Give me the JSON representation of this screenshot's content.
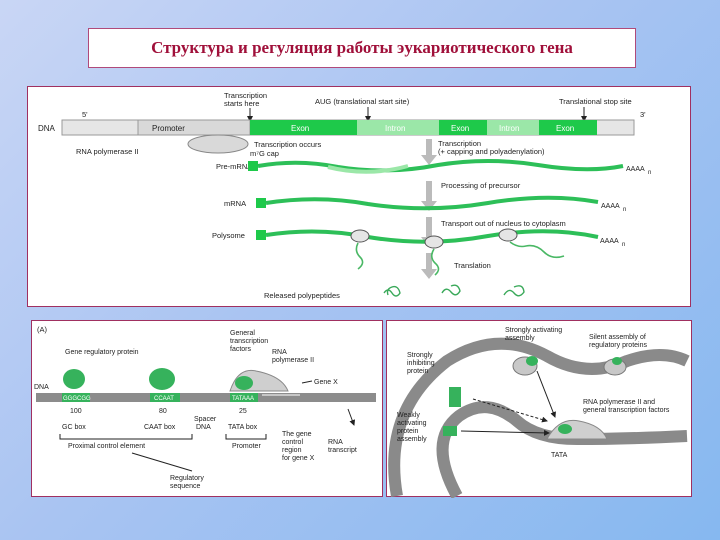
{
  "title": "Структура и регуляция работы эукариотического гена",
  "gene_diagram": {
    "labels": {
      "transcription_start": [
        "Transcription",
        "starts here"
      ],
      "aug": "AUG (translational start site)",
      "stop": "Translational stop site",
      "five_prime": "5'",
      "three_prime": "3'",
      "dna": "DNA",
      "promoter": "Promoter",
      "exon": "Exon",
      "intron": "Intron",
      "rna_pol": "RNA polymerase II",
      "m7g": "m⁷G cap",
      "transcription_occurs": "Transcription occurs",
      "transcription_caption": [
        "Transcription",
        "(+ capping and polyadenylation)"
      ],
      "pre_mrna": "Pre-mRNA",
      "aaaa": "AAAA",
      "n": "n",
      "processing": "Processing of precursor",
      "mrna": "mRNA",
      "transport": "Transport out of nucleus to cytoplasm",
      "polysome": "Polysome",
      "translation": "Translation",
      "released": "Released polypeptides"
    }
  },
  "regulation_diagram": {
    "labels": {
      "a": "(A)",
      "gene_reg_protein": "Gene regulatory protein",
      "general_tf": [
        "General",
        "transcription",
        "factors"
      ],
      "rna_pol": [
        "RNA",
        "polymerase II"
      ],
      "gene_x": "Gene X",
      "dna": "DNA",
      "gc_seq": "GGGCGG",
      "caat_seq": "CCAAT",
      "tata_seq": "TATAAA",
      "n100": "100",
      "n80": "80",
      "n25": "25",
      "gc_box": "GC box",
      "caat_box": "CAAT box",
      "tata_box": "TATA box",
      "spacer": [
        "Spacer",
        "DNA"
      ],
      "proximal": "Proximal control element",
      "promoter": "Promoter",
      "gene_control": [
        "The gene",
        "control",
        "region",
        "for gene X"
      ],
      "rna_transcript": [
        "RNA",
        "transcript"
      ],
      "regulatory_seq": [
        "Regulatory",
        "sequence"
      ]
    }
  },
  "assembly_diagram": {
    "labels": {
      "strongly_activating": [
        "Strongly activating",
        "assembly"
      ],
      "silent": [
        "Silent assembly of",
        "regulatory proteins"
      ],
      "strongly_inhibiting": [
        "Strongly",
        "inhibiting",
        "protein"
      ],
      "rna_pol_general": [
        "RNA polymerase II and",
        "general transcription factors"
      ],
      "weakly": [
        "Weakly",
        "activating",
        "protein",
        "assembly"
      ],
      "tata": "TATA"
    }
  },
  "colors": {
    "title": "#a0103a",
    "exon": "#1ec94a",
    "intron": "#9be7a8",
    "promoter": "#d9d9d9",
    "strand": "#2dbf58"
  }
}
